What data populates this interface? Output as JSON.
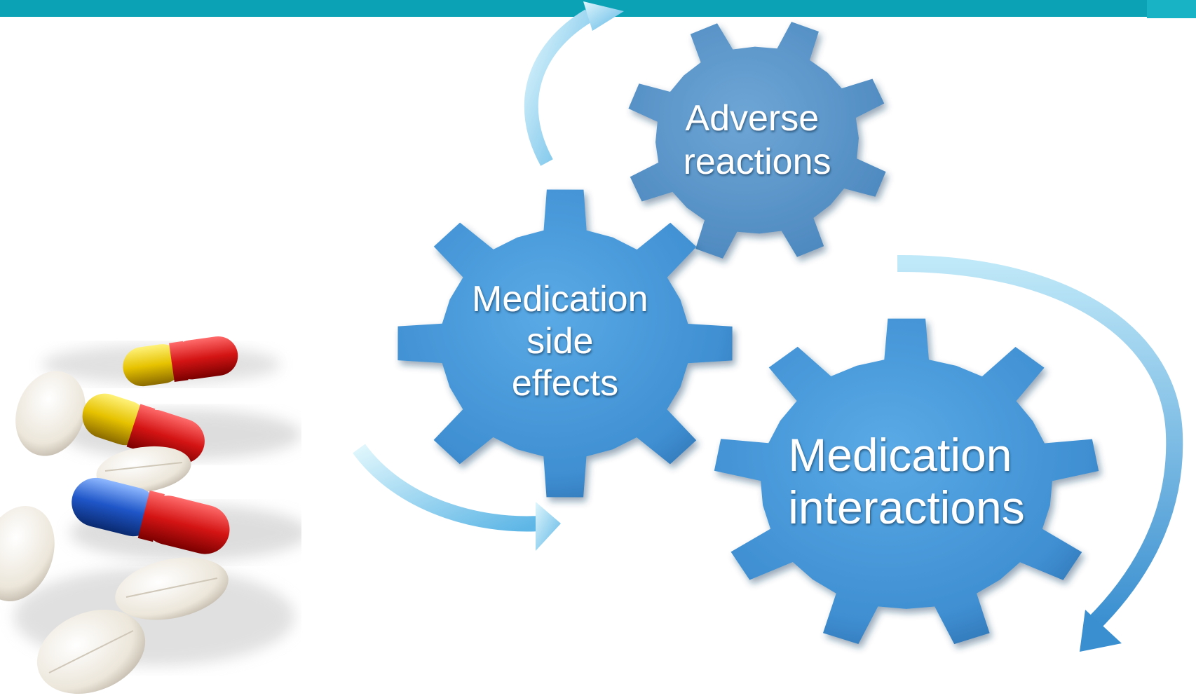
{
  "diagram": {
    "gears": [
      {
        "id": "adverse",
        "lines": [
          "Adverse",
          "reactions"
        ]
      },
      {
        "id": "side-effects",
        "lines": [
          "Medication",
          "side",
          "effects"
        ]
      },
      {
        "id": "interactions",
        "lines": [
          "Medication",
          "interactions"
        ]
      }
    ]
  },
  "colors": {
    "header_bar": "#0aa2b4",
    "gear_fill": "#3f8fd2",
    "gear_shadow": "#1e5f99",
    "arrow_light": "#c7eef8",
    "arrow_dark": "#3a8fd0"
  },
  "illustration": {
    "subject": "pills-and-capsules"
  }
}
